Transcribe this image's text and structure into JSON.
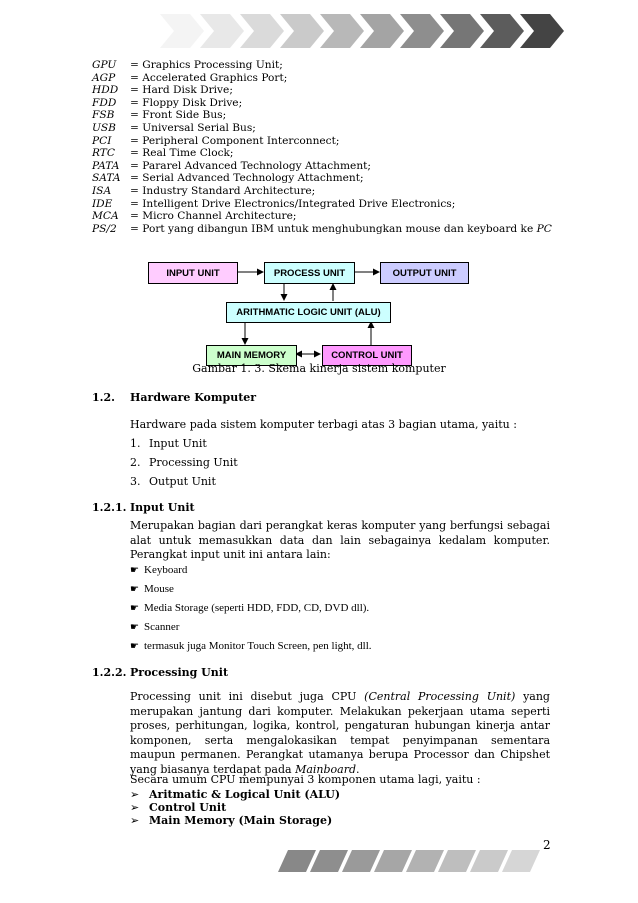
{
  "abbreviations": [
    {
      "abbr": "GPU",
      "def": "= Graphics Processing Unit;"
    },
    {
      "abbr": "AGP",
      "def": "= Accelerated Graphics Port;"
    },
    {
      "abbr": "HDD",
      "def": "= Hard Disk Drive;"
    },
    {
      "abbr": "FDD",
      "def": "= Floppy Disk Drive;"
    },
    {
      "abbr": "FSB",
      "def": "= Front Side Bus;"
    },
    {
      "abbr": "USB",
      "def": "= Universal Serial Bus;"
    },
    {
      "abbr": "PCI",
      "def": "= Peripheral Component Interconnect;"
    },
    {
      "abbr": "RTC",
      "def": "= Real Time Clock;"
    },
    {
      "abbr": "PATA",
      "def": "= Pararel Advanced Technology Attachment;"
    },
    {
      "abbr": "SATA",
      "def": "= Serial Advanced Technology Attachment;"
    },
    {
      "abbr": "ISA",
      "def": "= Industry Standard Architecture;"
    },
    {
      "abbr": "IDE",
      "def": "= Intelligent Drive Electronics/Integrated Drive Electronics;"
    },
    {
      "abbr": "MCA",
      "def": "= Micro Channel Architecture;"
    },
    {
      "abbr": "PS/2",
      "def": "= Port yang dibangun IBM untuk menghubungkan mouse dan keyboard ke ",
      "def_italic": "PC"
    }
  ],
  "diagram": {
    "input_unit": "INPUT UNIT",
    "process_unit": "PROCESS UNIT",
    "output_unit": "OUTPUT UNIT",
    "alu": "ARITHMATIC LOGIC UNIT (ALU)",
    "main_memory": "MAIN MEMORY",
    "control_unit": "CONTROL UNIT",
    "colors": {
      "input_unit": "#ffccff",
      "process_unit": "#ccffff",
      "output_unit": "#ccccff",
      "alu": "#ccffff",
      "main_memory": "#ccffcc",
      "control_unit": "#ff99ff"
    },
    "caption": "Gambar 1. 3. Skema kinerja sistem komputer"
  },
  "section_1_2": {
    "number": "1.2.",
    "title": "Hardware Komputer",
    "intro": "Hardware pada sistem komputer terbagi atas 3 bagian utama, yaitu :",
    "items": [
      {
        "n": "1.",
        "text": "Input Unit"
      },
      {
        "n": "2.",
        "text": "Processing Unit"
      },
      {
        "n": "3.",
        "text": "Output Unit"
      }
    ]
  },
  "section_1_2_1": {
    "number": "1.2.1.",
    "title": "Input Unit",
    "paragraph": "Merupakan bagian dari perangkat keras komputer yang berfungsi sebagai alat untuk memasukkan data dan lain sebagainya kedalam komputer. Perangkat input unit ini antara lain:",
    "bullets": [
      "Keyboard",
      "Mouse",
      "Media Storage (seperti HDD, FDD, CD, DVD dll).",
      "Scanner",
      "termasuk juga Monitor Touch Screen,  pen light, dll."
    ]
  },
  "section_1_2_2": {
    "number": "1.2.2.",
    "title": "Processing Unit",
    "p1_a": "Processing unit ini disebut juga CPU ",
    "p1_italic": "(Central Processing Unit)",
    "p1_b": " yang merupakan jantung dari komputer. Melakukan pekerjaan utama seperti proses, perhitungan, logika, kontrol, pengaturan hubungan kinerja antar komponen, serta mengalokasikan tempat penyimpanan sementara maupun permanen. Perangkat utamanya berupa Processor dan Chipshet yang biasanya terdapat pada ",
    "p1_italic2": "Mainboard",
    "p1_end": ".",
    "p2": "Secara umum CPU mempunyai 3 komponen utama lagi, yaitu :",
    "components": [
      "Aritmatic & Logical Unit (ALU)",
      "Control Unit",
      "Main Memory (Main Storage)"
    ]
  },
  "page_number": "2"
}
